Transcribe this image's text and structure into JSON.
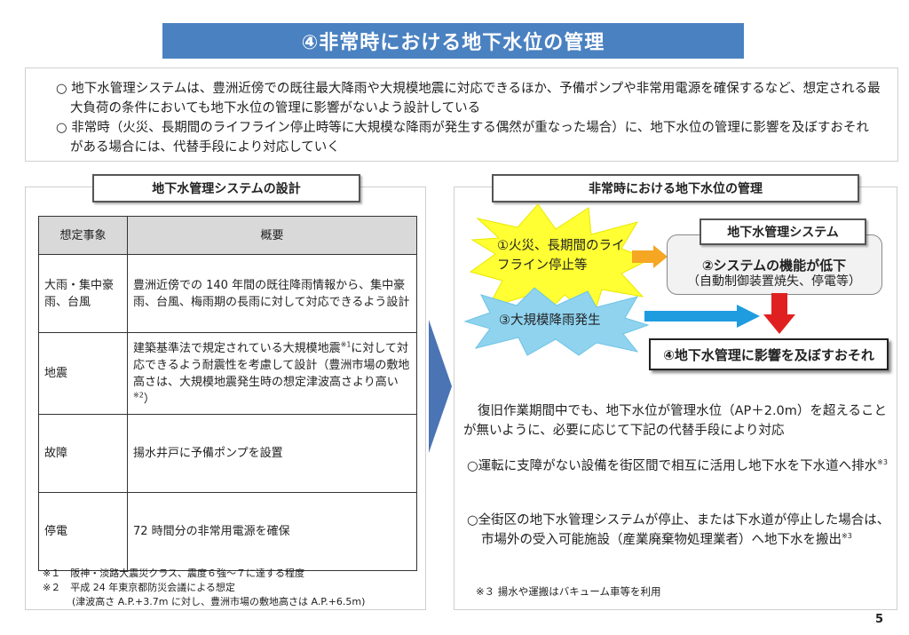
{
  "title": "④非常時における地下水位の管理",
  "summary": [
    "○ 地下水管理システムは、豊洲近傍での既往最大降雨や大規模地震に対応できるほか、予備ポンプや非常用電源を確保するなど、想定される最大負荷の条件においても地下水位の管理に影響がないよう設計している",
    "○ 非常時（火災、長期間のライフライン停止時等に大規模な降雨が発生する偶然が重なった場合）に、地下水位の管理に影響を及ぼすおそれがある場合には、代替手段により対応していく"
  ],
  "left_panel": {
    "label": "地下水管理システムの設計",
    "headers": [
      "想定事象",
      "概要"
    ],
    "rows": [
      {
        "event": "大雨・集中豪雨、台風",
        "desc": "豊洲近傍での 140 年間の既往降雨情報から、集中豪雨、台風、梅雨期の長雨に対して対応できるよう設計",
        "desc_extra": "",
        "sup1": "",
        "desc2": "",
        "sup2": ""
      },
      {
        "event": "地震",
        "desc": "建築基準法で規定されている大規模地震",
        "sup1": "※1",
        "desc_extra": "に対して対応できるよう耐震性を考慮して設計（豊洲市場の敷地高さは、大規模地震発生時の想定津波高さより高い",
        "sup2": "※2",
        "desc2": "）"
      },
      {
        "event": "故障",
        "desc": "揚水井戸に予備ポンプを設置",
        "desc_extra": "",
        "sup1": "",
        "desc2": "",
        "sup2": ""
      },
      {
        "event": "停電",
        "desc": "72 時間分の非常用電源を確保",
        "desc_extra": "",
        "sup1": "",
        "desc2": "",
        "sup2": ""
      }
    ],
    "notes": [
      "※１　阪神・淡路大震災クラス、震度６強～７に達する程度",
      "※２　平成 24 年東京都防災会議による想定",
      "　　　(津波高さ A.P.+3.7m に対し、豊洲市場の敷地高さは A.P.+6.5m)"
    ]
  },
  "right_panel": {
    "label": "非常時における地下水位の管理",
    "burst1": "①火災、長期間のライフライン停止等",
    "burst2": "③大規模降雨発生",
    "system_label": "地下水管理システム",
    "system_line1": "②システムの機能が低下",
    "system_line2": "（自動制御装置焼失、停電等）",
    "result": "④地下水管理に影響を及ぼすおそれ",
    "para1": "復旧作業期間中でも、地下水位が管理水位（AP＋2.0m）を超えることが無いように、必要に応じて下記の代替手段により対応",
    "item1": "○運転に支障がない設備を街区間で相互に活用し地下水を下水道へ排水",
    "item1_sup": "※3",
    "item2": "○全街区の地下水管理システムが停止、または下水道が停止した場合は、市場外の受入可能施設（産業廃棄物処理業者）へ地下水を搬出",
    "item2_sup": "※3",
    "note": "※３ 揚水や運搬はバキューム車等を利用"
  },
  "page_number": "5",
  "colors": {
    "title_bg": "#4a81c1",
    "burst_yellow": "#ffff33",
    "burst_blue": "#8fd3ef",
    "arrow_orange": "#f5a623",
    "arrow_blue": "#1f9ce0",
    "arrow_red": "#e02020",
    "big_arrow": "#4a74b4"
  }
}
